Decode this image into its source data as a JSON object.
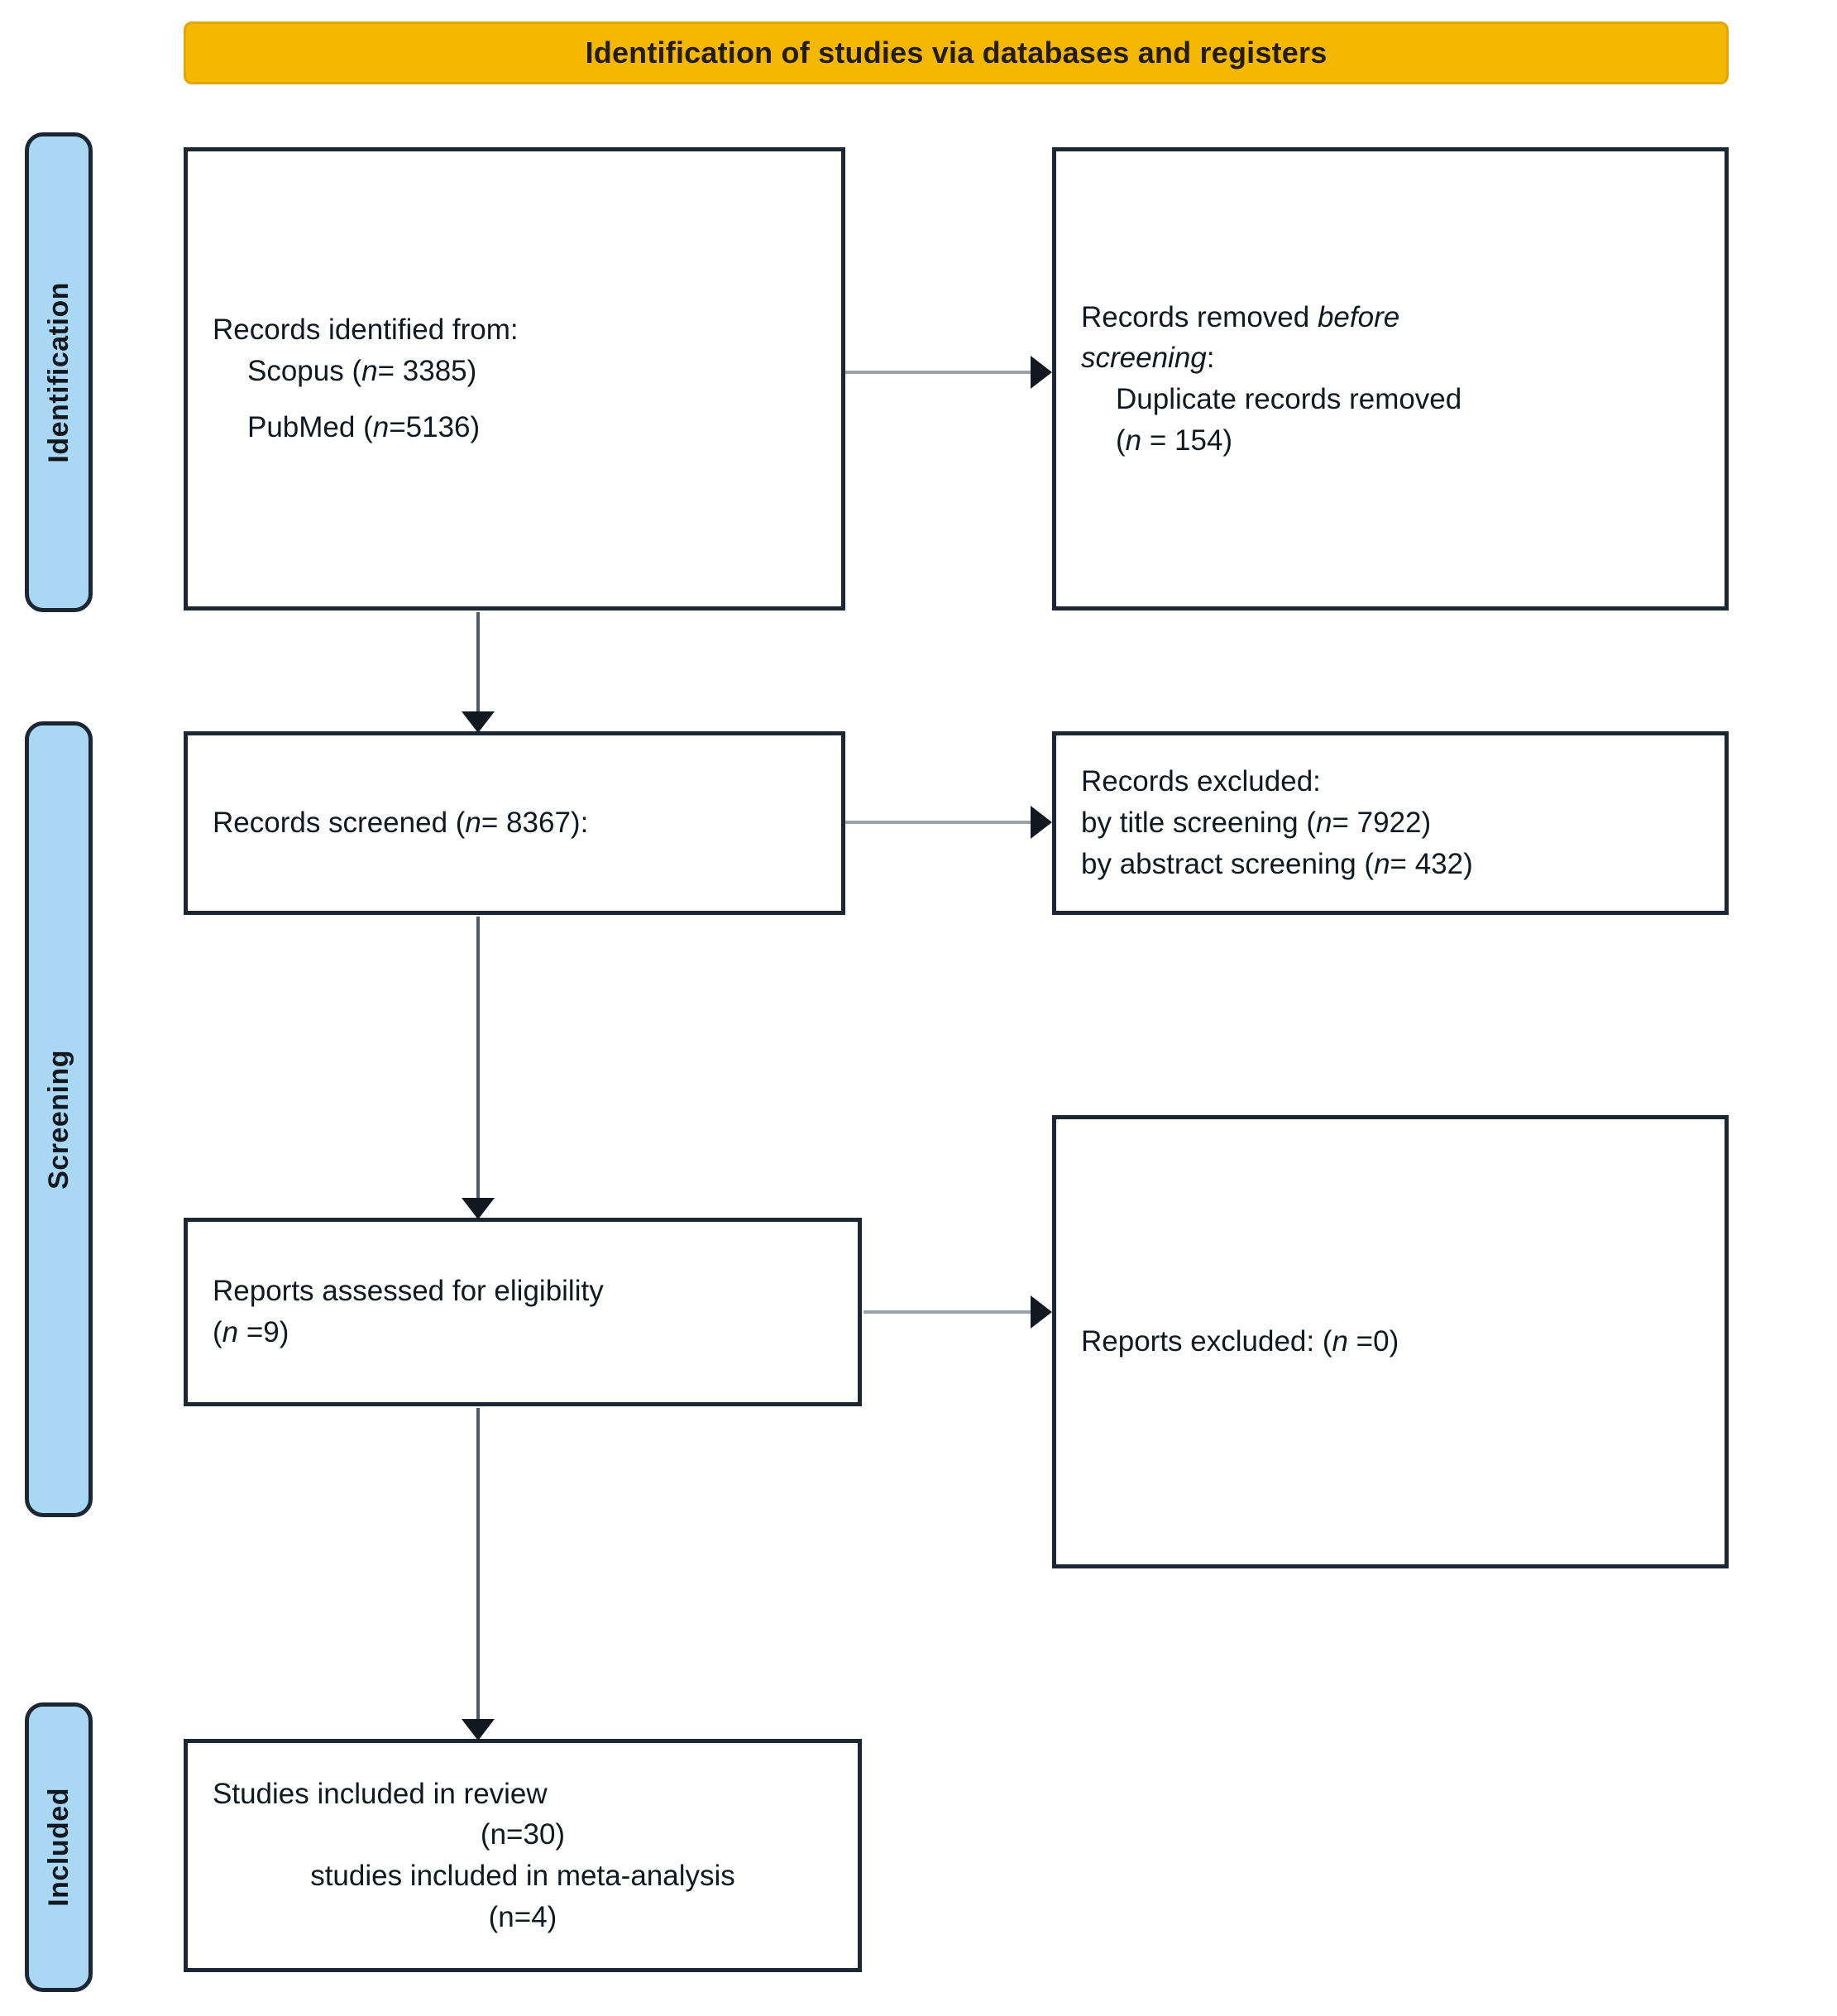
{
  "diagram": {
    "title": "Identification of studies via databases and registers",
    "accent_header": "#F5B800",
    "accent_stage": "#A9D7F4",
    "border_color": "#1d2733"
  },
  "stages": [
    {
      "key": "identification",
      "label": "Identification"
    },
    {
      "key": "screening",
      "label": "Screening"
    },
    {
      "key": "included",
      "label": "Included"
    }
  ],
  "boxes": {
    "identified": {
      "line1": "Records identified from:",
      "line2": "Scopus (",
      "line2_n": "n",
      "line2_tail": "= 3385)",
      "line3": "PubMed (",
      "line3_n": "n",
      "line3_tail": "=5136)"
    },
    "removed": {
      "line1_a": "Records removed ",
      "line1_em": "before",
      "line2_em": "screening",
      "line2_tail": ":",
      "line3": "Duplicate records removed",
      "line4_open": "(",
      "line4_n": "n",
      "line4_tail": " = 154)"
    },
    "screened": {
      "line1_a": "Records screened (",
      "line1_n": "n",
      "line1_tail": "= 8367):"
    },
    "excluded": {
      "line1": "Records excluded:",
      "line2_a": "by title screening (",
      "line2_n": "n",
      "line2_tail": "= 7922)",
      "line3_a": "by abstract screening (",
      "line3_n": "n",
      "line3_tail": "= 432)"
    },
    "eligibility": {
      "line1": "Reports assessed for eligibility",
      "line2_open": "(",
      "line2_n": "n",
      "line2_tail": " =9)"
    },
    "reports_excluded": {
      "line1_a": "Reports excluded: (",
      "line1_n": "n",
      "line1_tail": " =0)"
    },
    "included": {
      "line1": "Studies included in review",
      "line2": "(n=30)",
      "line3": "studies included in meta-analysis",
      "line4": "(n=4)"
    }
  },
  "connectors": [
    {
      "name": "identified-to-removed",
      "direction": "right"
    },
    {
      "name": "identified-to-screened",
      "direction": "down"
    },
    {
      "name": "screened-to-excluded",
      "direction": "right"
    },
    {
      "name": "screened-to-eligibility",
      "direction": "down"
    },
    {
      "name": "eligibility-to-reports-excluded",
      "direction": "right"
    },
    {
      "name": "eligibility-to-included",
      "direction": "down"
    }
  ]
}
